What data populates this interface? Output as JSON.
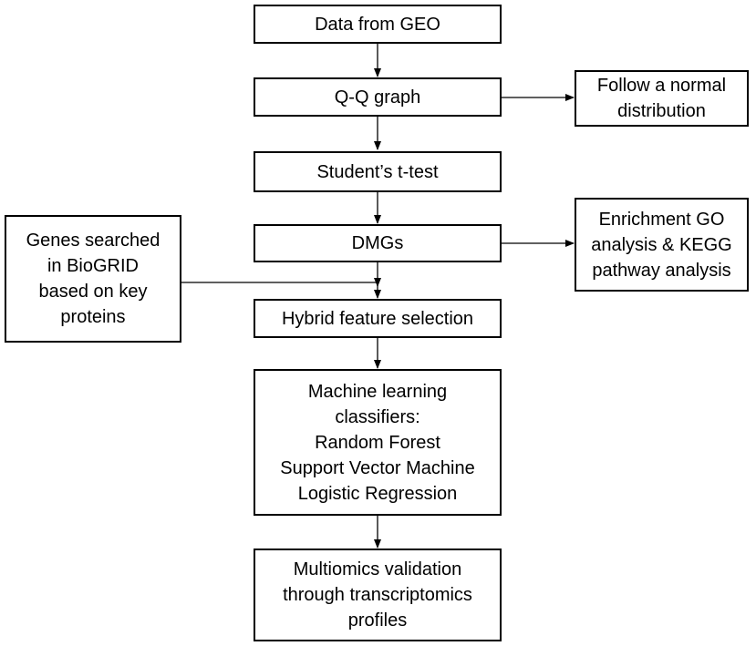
{
  "nodes": {
    "geo": {
      "lines": [
        "Data from GEO"
      ]
    },
    "qq": {
      "lines": [
        "Q-Q graph"
      ]
    },
    "normal": {
      "lines": [
        "Follow a normal",
        "distribution"
      ]
    },
    "ttest": {
      "lines": [
        "Student’s t-test"
      ]
    },
    "dmgs": {
      "lines": [
        "DMGs"
      ]
    },
    "enrich": {
      "lines": [
        "Enrichment GO",
        "analysis & KEGG",
        "pathway analysis"
      ]
    },
    "genes": {
      "lines": [
        "Genes searched",
        "in BioGRID",
        "based on key",
        "proteins"
      ]
    },
    "hybrid": {
      "lines": [
        "Hybrid feature selection"
      ]
    },
    "ml": {
      "lines": [
        "Machine learning",
        "classifiers:",
        "Random Forest",
        "Support Vector Machine",
        "Logistic Regression"
      ]
    },
    "multi": {
      "lines": [
        "Multiomics validation",
        "through transcriptomics",
        "profiles"
      ]
    }
  }
}
